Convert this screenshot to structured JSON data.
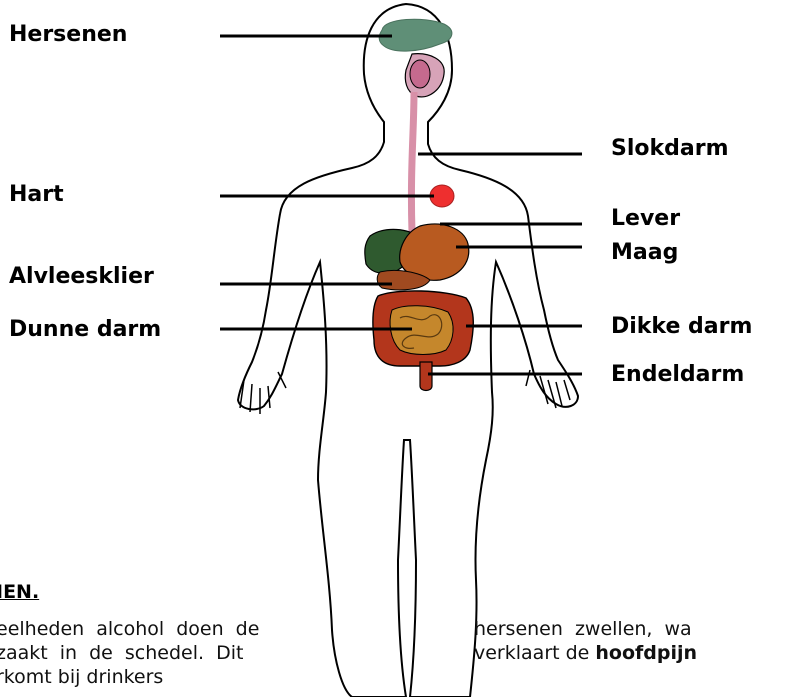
{
  "labels": {
    "hersenen": "Hersenen",
    "hart": "Hart",
    "alvleesklier": "Alvleesklier",
    "dunne_darm": "Dunne darm",
    "slokdarm": "Slokdarm",
    "lever": "Lever",
    "maag": "Maag",
    "dikke_darm": "Dikke darm",
    "endeldarm": "Endeldarm"
  },
  "text": {
    "heading_fragment": "IEN.",
    "left_line1": "eelheden alcohol doen de",
    "left_line2": "zaakt in de schedel. Dit",
    "left_line3": "rkomt bij drinkers",
    "right_line1": "hersenen  zwellen,  wa",
    "right_line2_pre": "verklaart de ",
    "right_line2_bold": "hoofdpijn"
  },
  "colors": {
    "brain": "#5f8f77",
    "mouth": "#d7a3b8",
    "esophagus": "#d890a8",
    "heart": "#ee2f2f",
    "liver": "#2f5a2f",
    "stomach": "#b85a20",
    "intestine": "#b3361c",
    "small_intestine": "#c5872c",
    "outline": "#000000"
  }
}
